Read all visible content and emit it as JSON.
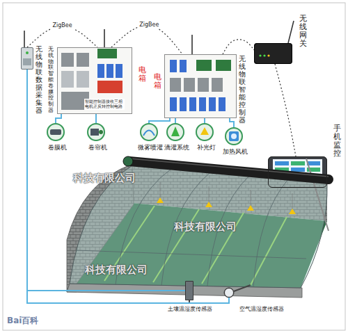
{
  "diagram": {
    "nodes": [
      {
        "text": [
          "无线物联数据采集器"
        ]
      },
      {
        "text": [
          "无线物联智能卷膜控制器",
          "智能控制器接收三相电机正反转控制电路",
          "电箱"
        ]
      },
      {
        "text": [
          "电箱",
          "无线物联智能控制器"
        ]
      },
      {
        "text": [
          "无线网关"
        ]
      },
      {
        "text": [
          "手机监控"
        ]
      },
      {
        "text": [
          "卷膜机"
        ]
      },
      {
        "text": [
          "卷帘机"
        ]
      },
      {
        "text": [
          "微雾喷灌"
        ]
      },
      {
        "text": [
          "滴灌系统"
        ]
      },
      {
        "text": [
          "补光灯"
        ]
      },
      {
        "text": [
          "加热风机"
        ]
      },
      {
        "text": [
          "土壤温湿度传感器"
        ]
      },
      {
        "text": [
          "空气温湿度传感器"
        ]
      }
    ],
    "edges": [
      {
        "from": 0,
        "to": 1,
        "label": "ZigBee",
        "arrow": "none"
      },
      {
        "from": 1,
        "to": 2,
        "label": "ZigBee",
        "arrow": "none"
      },
      {
        "from": 2,
        "to": 3,
        "arrow": "none"
      },
      {
        "from": 3,
        "to": 4,
        "arrow": "none"
      },
      {
        "from": 1,
        "to": 5,
        "arrow": "none"
      },
      {
        "from": 1,
        "to": 6,
        "arrow": "none"
      },
      {
        "from": 2,
        "to": 7,
        "arrow": "none"
      },
      {
        "from": 2,
        "to": 8,
        "arrow": "none"
      },
      {
        "from": 2,
        "to": 9,
        "arrow": "none"
      },
      {
        "from": 2,
        "to": 10,
        "arrow": "none"
      },
      {
        "from": 0,
        "to": 11,
        "arrow": "none"
      },
      {
        "from": 0,
        "to": 12,
        "arrow": "none"
      }
    ],
    "labels": [
      "科技有限公司",
      "科技有限公司",
      "科技有限公司",
      "Bai百科"
    ]
  }
}
